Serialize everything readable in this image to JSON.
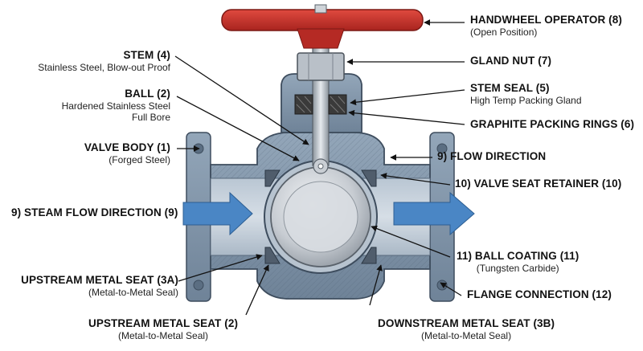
{
  "labels": {
    "handwheel": {
      "title": "HANDWHEEL OPERATOR (8)",
      "sub": "(Open Position)"
    },
    "gland_nut": {
      "title": "GLAND NUT (7)"
    },
    "stem_seal": {
      "title": "STEM SEAL (5)",
      "sub": "High Temp Packing Gland"
    },
    "graphite": {
      "title": "GRAPHITE PACKING RINGS (6)"
    },
    "flow_dir": {
      "title": "9) FLOW DIRECTION"
    },
    "seat_retainer": {
      "title": "10) VALVE SEAT RETAINER (10)"
    },
    "ball_coating": {
      "title": "11) BALL COATING (11)",
      "sub": "(Tungsten Carbide)"
    },
    "flange": {
      "title": "FLANGE CONNECTION (12)"
    },
    "downstream_seat": {
      "title": "DOWNSTREAM METAL SEAT (3B)",
      "sub": "(Metal-to-Metal Seal)"
    },
    "stem": {
      "title": "STEM (4)",
      "sub": "Stainless Steel, Blow-out Proof"
    },
    "ball": {
      "title": "BALL (2)",
      "sub1": "Hardened Stainless Steel",
      "sub2": "Full Bore"
    },
    "valve_body": {
      "title": "VALVE BODY (1)",
      "sub": "(Forged Steel)"
    },
    "steam_flow": {
      "title": "9) STEAM FLOW DIRECTION (9)"
    },
    "upstream_3a": {
      "title": "UPSTREAM METAL SEAT (3A)",
      "sub": "(Metal-to-Metal Seal)"
    },
    "upstream_2": {
      "title": "UPSTREAM METAL SEAT (2)",
      "sub": "(Metal-to-Metal Seal)"
    }
  },
  "colors": {
    "body_steel": "#7f93a8",
    "body_dark": "#5a6d82",
    "handwheel_red": "#c8302a",
    "flow_arrow_blue": "#4a86c5",
    "ball_silver": "#c9ced4",
    "packing_dark": "#3a3a3a"
  }
}
